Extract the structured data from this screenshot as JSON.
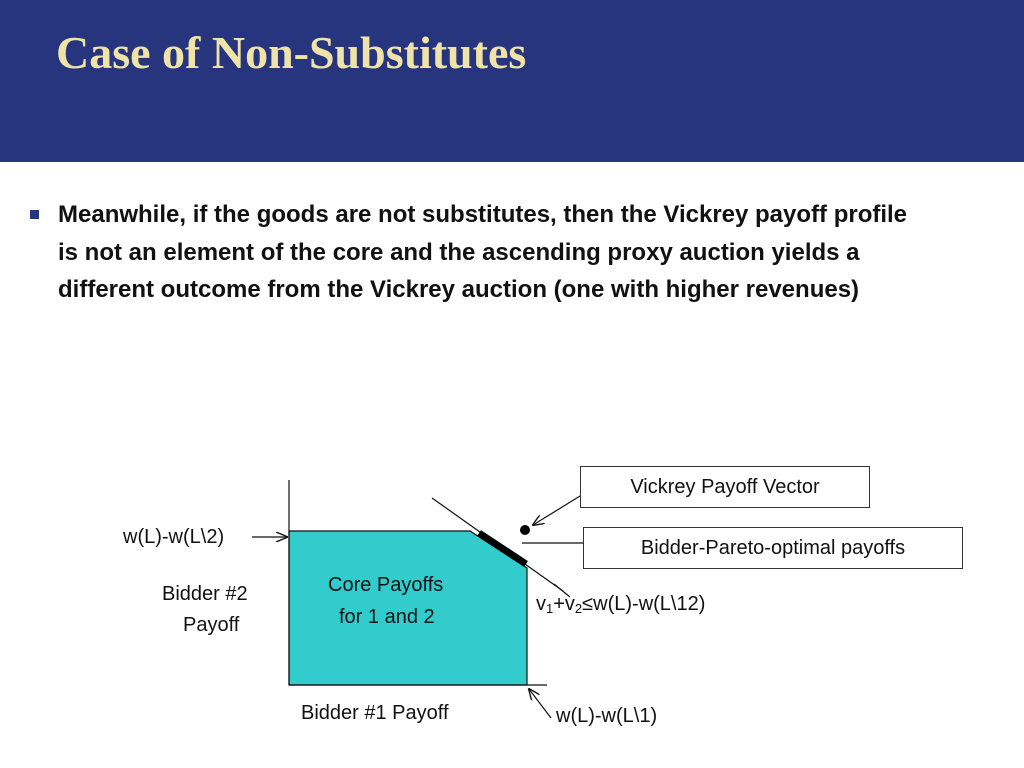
{
  "slide": {
    "title": "Case of Non-Substitutes",
    "bullet": "Meanwhile, if the goods are not substitutes, then the Vickrey payoff profile is not an element of the core and the ascending proxy auction yields a different outcome from the Vickrey auction (one with higher revenues)"
  },
  "diagram": {
    "core_region_line1": "Core Payoffs",
    "core_region_line2": "for 1 and 2",
    "y_axis_label_line1": "Bidder #2",
    "y_axis_label_line2": "Payoff",
    "x_axis_label": "Bidder #1 Payoff",
    "y_intercept_label": "w(L)-w(L\\2)",
    "x_intercept_label": "w(L)-w(L\\1)",
    "constraint_v1": "v",
    "constraint_sub1": "1",
    "constraint_plus": "+v",
    "constraint_sub2": "2",
    "constraint_leq": "≤",
    "constraint_rhs": "w(L)-w(L\\12)",
    "vickrey_callout": "Vickrey Payoff Vector",
    "pareto_callout": "Bidder-Pareto-optimal payoffs",
    "colors": {
      "header_bg": "#27357f",
      "title_text": "#efe3a8",
      "core_fill": "#33cccc"
    }
  }
}
